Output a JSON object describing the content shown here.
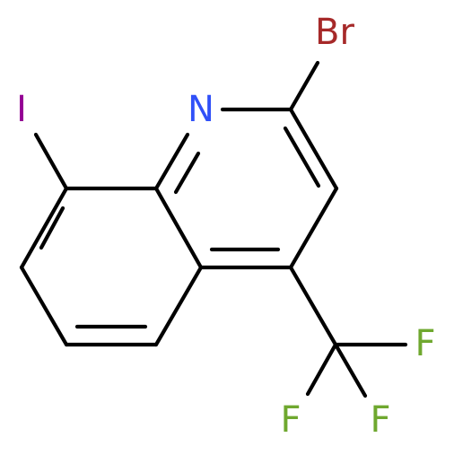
{
  "molecule": {
    "atoms": {
      "nitrogen": {
        "label": "N",
        "color": "#3050f8"
      },
      "bromine": {
        "label": "Br",
        "color": "#a62929"
      },
      "iodine": {
        "label": "I",
        "color": "#940094"
      },
      "fluorine_1": {
        "label": "F",
        "color": "#6fa82f"
      },
      "fluorine_2": {
        "label": "F",
        "color": "#6fa82f"
      },
      "fluorine_3": {
        "label": "F",
        "color": "#6fa82f"
      }
    }
  }
}
